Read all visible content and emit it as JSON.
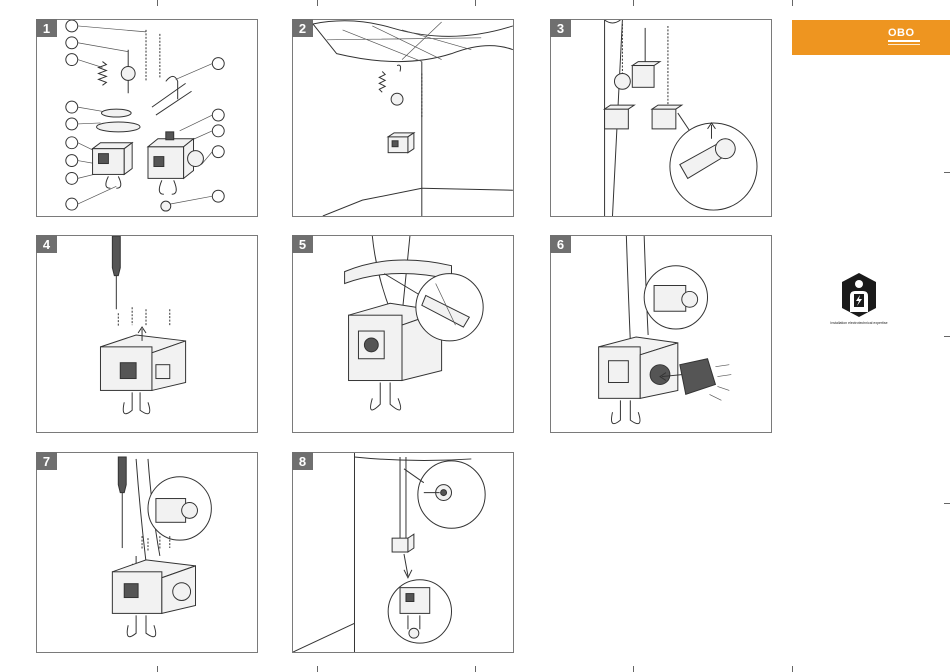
{
  "brand": {
    "logo_text": "OBO",
    "color": "#ee9520"
  },
  "warning": {
    "text": "Installation electrotechnical expertise",
    "icon": "electrician-warning-icon"
  },
  "steps": [
    {
      "number": "1"
    },
    {
      "number": "2"
    },
    {
      "number": "3"
    },
    {
      "number": "4"
    },
    {
      "number": "5"
    },
    {
      "number": "6"
    },
    {
      "number": "7"
    },
    {
      "number": "8"
    }
  ]
}
